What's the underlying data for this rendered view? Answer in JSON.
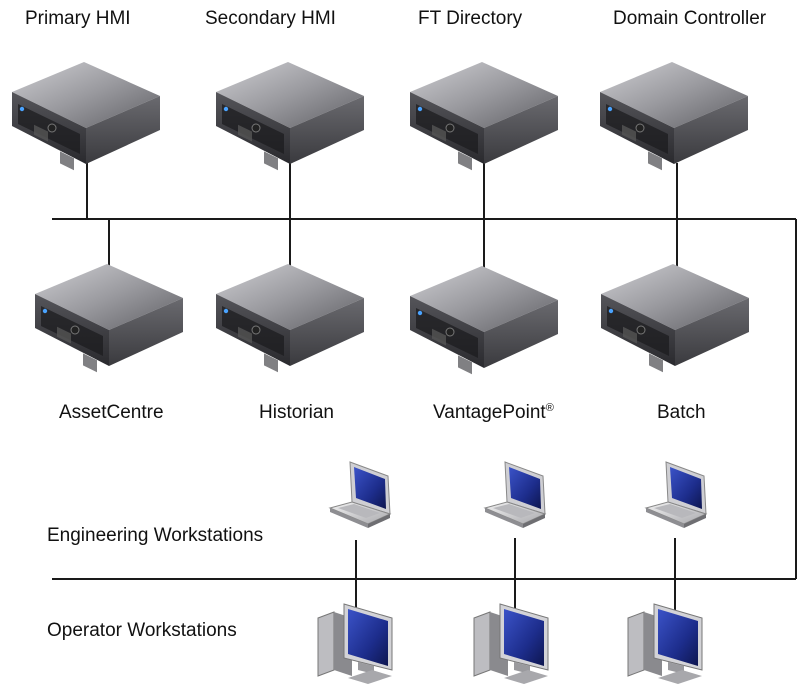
{
  "servers_top": [
    {
      "label": "Primary HMI",
      "icon": "server-icon"
    },
    {
      "label": "Secondary HMI",
      "icon": "server-icon"
    },
    {
      "label": "FT Directory",
      "icon": "server-icon"
    },
    {
      "label": "Domain Controller",
      "icon": "server-icon"
    }
  ],
  "servers_bottom": [
    {
      "label": "AssetCentre",
      "icon": "server-icon"
    },
    {
      "label": "Historian",
      "icon": "server-icon"
    },
    {
      "label": "VantagePoint",
      "sup": "®",
      "icon": "server-icon"
    },
    {
      "label": "Batch",
      "icon": "server-icon"
    }
  ],
  "engineering": {
    "label": "Engineering Workstations",
    "icon": "laptop-icon",
    "count": 3
  },
  "operator": {
    "label": "Operator Workstations",
    "icon": "desktop-monitor-icon",
    "count": 3
  },
  "colors": {
    "line": "#1a1a1a",
    "server_dark": "#3b3b3f",
    "server_top": "#8c8c90",
    "screen": "#1f2f8c"
  }
}
